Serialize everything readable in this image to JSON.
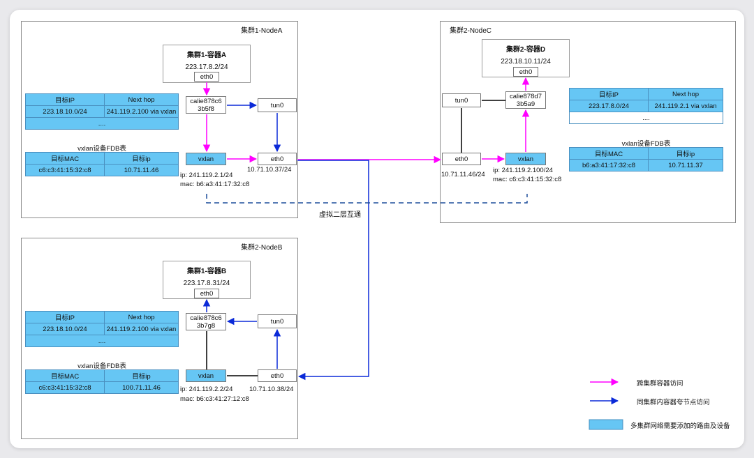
{
  "nodeA": {
    "title": "集群1-NodeA",
    "container": {
      "title": "集群1-容器A",
      "ip": "223.17.8.2/24",
      "eth": "eth0"
    },
    "cali": "calie878c6\n3b5f8",
    "tun": "tun0",
    "vxlan": "vxlan",
    "eth": "eth0",
    "eth_ip": "10.71.10.37/24",
    "vxlan_ip": "ip: 241.119.2.1/24",
    "vxlan_mac": "mac: b6:a3:41:17:32:c8",
    "route_table": {
      "headers": [
        "目标IP",
        "Next hop"
      ],
      "rows": [
        [
          "223.18.10.0/24",
          "241.119.2.100 via vxlan"
        ]
      ],
      "more": "...."
    },
    "fdb_caption": "vxlan设备FDB表",
    "fdb_table": {
      "headers": [
        "目标MAC",
        "目标ip"
      ],
      "rows": [
        [
          "c6:c3:41:15:32:c8",
          "10.71.11.46"
        ]
      ]
    }
  },
  "nodeB": {
    "title": "集群2-NodeB",
    "container": {
      "title": "集群1-容器B",
      "ip": "223.17.8.31/24",
      "eth": "eth0"
    },
    "cali": "calie878c6\n3b7g8",
    "tun": "tun0",
    "vxlan": "vxlan",
    "eth": "eth0",
    "eth_ip": "10.71.10.38/24",
    "vxlan_ip": "ip: 241.119.2.2/24",
    "vxlan_mac": "mac: b6:c3:41:27:12:c8",
    "route_table": {
      "headers": [
        "目标IP",
        "Next hop"
      ],
      "rows": [
        [
          "223.18.10.0/24",
          "241.119.2.100 via vxlan"
        ]
      ],
      "more": "...."
    },
    "fdb_caption": "vxlan设备FDB表",
    "fdb_table": {
      "headers": [
        "目标MAC",
        "目标ip"
      ],
      "rows": [
        [
          "c6:c3:41:15:32:c8",
          "100.71.11.46"
        ]
      ]
    }
  },
  "nodeC": {
    "title": "集群2-NodeC",
    "container": {
      "title": "集群2-容器D",
      "ip": "223.18.10.11/24",
      "eth": "eth0"
    },
    "cali": "calie878d7\n3b5a9",
    "tun": "tun0",
    "vxlan": "vxlan",
    "eth": "eth0",
    "eth_ip": "10.71.11.46/24",
    "vxlan_ip": "ip: 241.119.2.100/24",
    "vxlan_mac": "mac: c6:c3:41:15:32:c8",
    "route_table": {
      "headers": [
        "目标IP",
        "Next hop"
      ],
      "rows": [
        [
          "223.17.8.0/24",
          "241.119.2.1 via vxlan"
        ]
      ],
      "more": "...."
    },
    "fdb_caption": "vxlan设备FDB表",
    "fdb_table": {
      "headers": [
        "目标MAC",
        "目标ip"
      ],
      "rows": [
        [
          "b6:a3:41:17:32:c8",
          "10.71.11.37"
        ]
      ]
    }
  },
  "tunnel_label": "虚拟二层互通",
  "legend": {
    "cross_cluster": "跨集群容器访问",
    "same_cluster": "同集群内容器夸节点访问",
    "added": "多集群网络需要添加的路由及设备"
  },
  "colors": {
    "magenta": "#ff00ff",
    "blue": "#0b2ad8",
    "dash": "#1f4e9c",
    "fill": "#66c6f4"
  }
}
